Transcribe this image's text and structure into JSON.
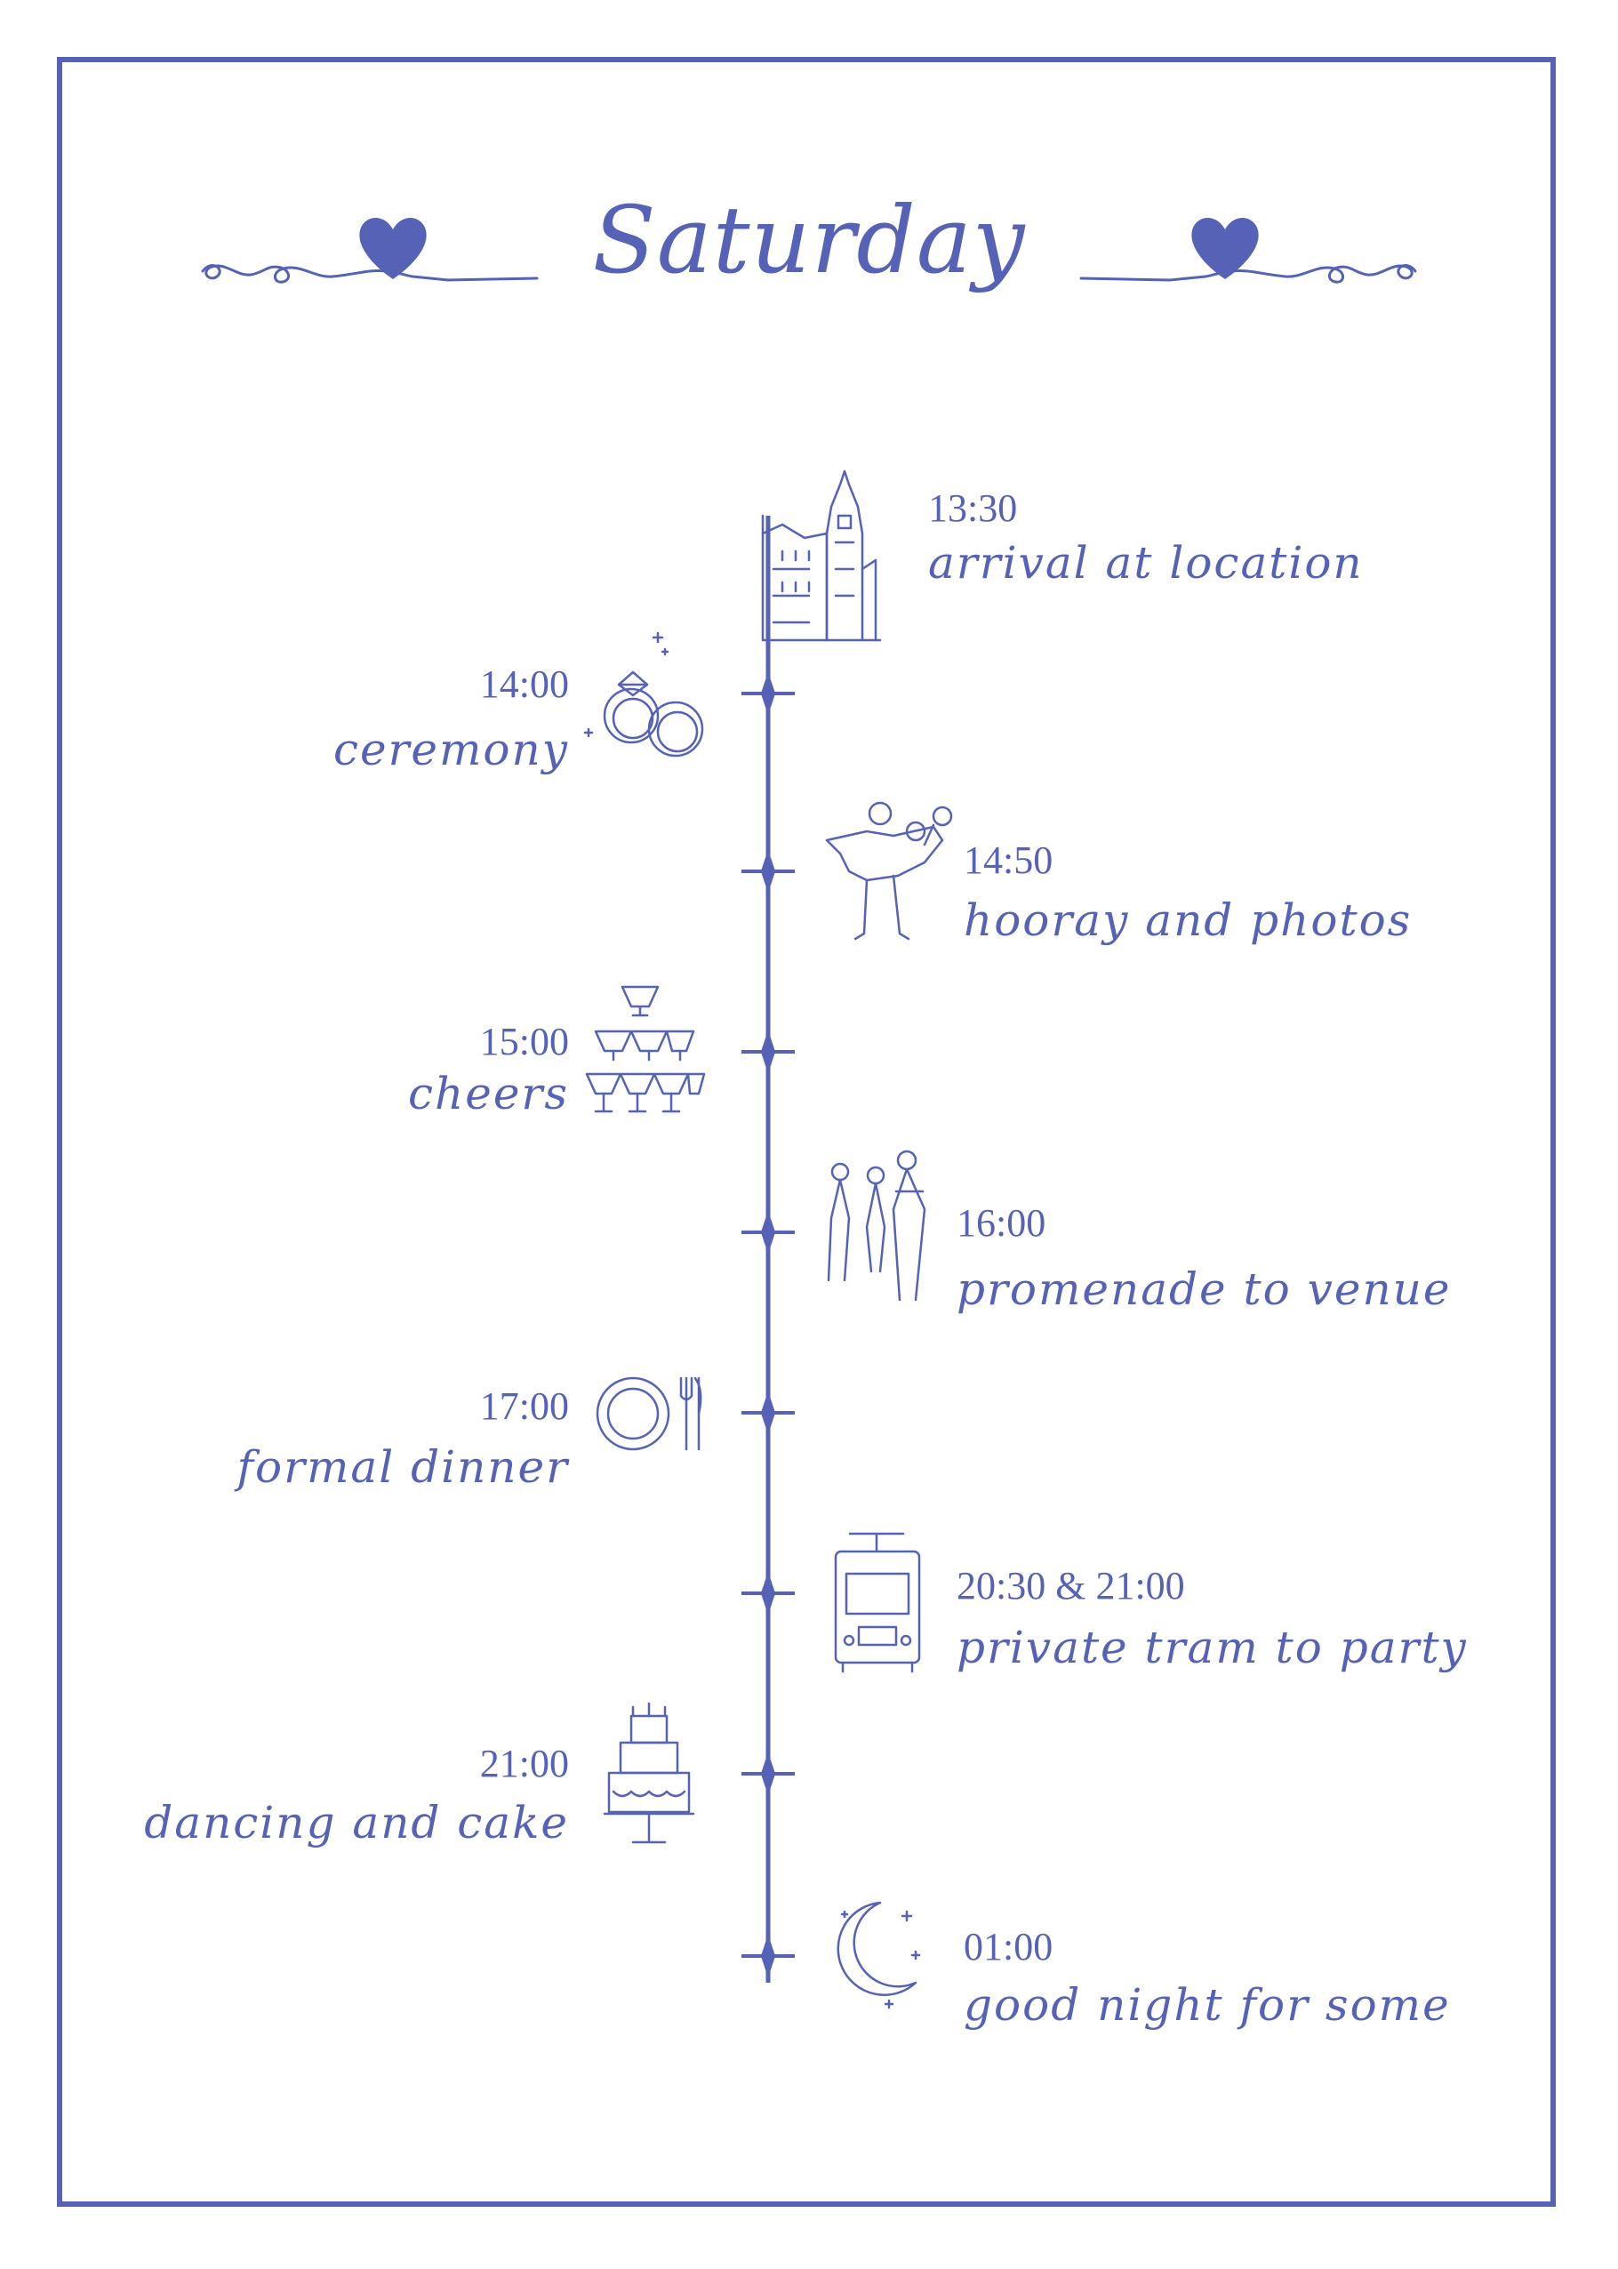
{
  "title": "Saturday",
  "colors": {
    "accent": "#5562b5",
    "background": "#ffffff"
  },
  "events": [
    {
      "time": "13:30",
      "label": "arrival at location",
      "icon": "castle-icon"
    },
    {
      "time": "14:00",
      "label": "ceremony",
      "icon": "rings-icon"
    },
    {
      "time": "14:50",
      "label": "hooray and photos",
      "icon": "couple-icon"
    },
    {
      "time": "15:00",
      "label": "cheers",
      "icon": "champagne-tower-icon"
    },
    {
      "time": "16:00",
      "label": "promenade to venue",
      "icon": "walking-people-icon"
    },
    {
      "time": "17:00",
      "label": "formal dinner",
      "icon": "plate-icon"
    },
    {
      "time": "20:30 & 21:00",
      "label": "private tram to party",
      "icon": "tram-icon"
    },
    {
      "time": "21:00",
      "label": "dancing and cake",
      "icon": "cake-icon"
    },
    {
      "time": "01:00",
      "label": "good night for some",
      "icon": "moon-icon"
    }
  ]
}
